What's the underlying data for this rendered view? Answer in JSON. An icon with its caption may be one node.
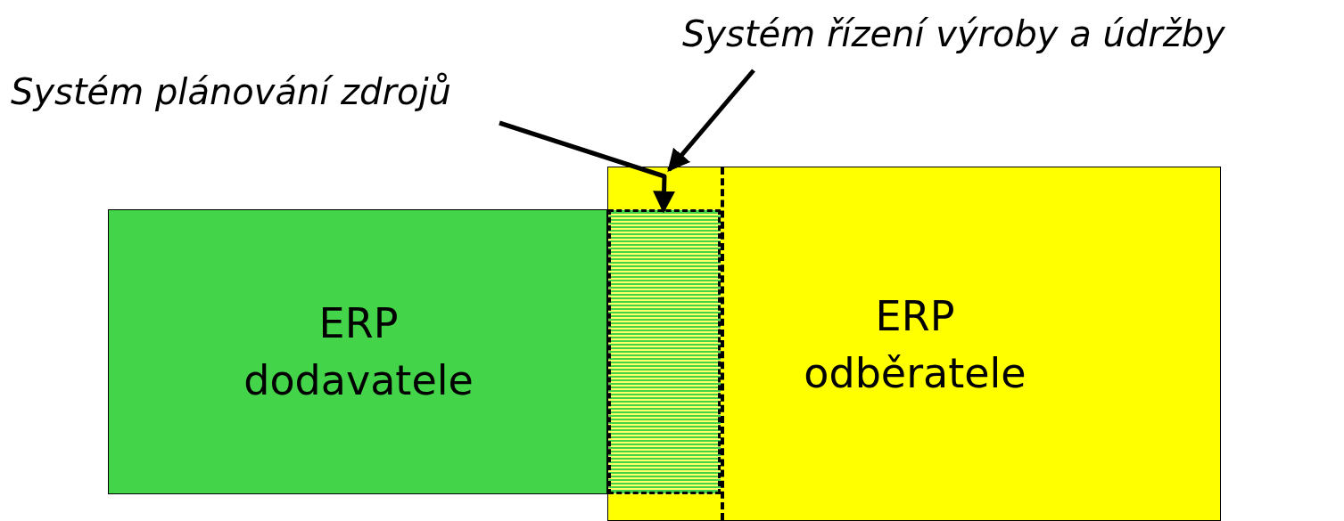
{
  "diagram": {
    "nodes": [
      {
        "text": [
          "Systém řízení výroby a údržby"
        ]
      },
      {
        "text": [
          "Systém plánování zdrojů"
        ]
      },
      {
        "text": [
          "ERP dodavatele"
        ]
      },
      {
        "text": [
          "ERP odběratele"
        ]
      },
      {
        "text": [],
        "shape": "box",
        "in": 3
      },
      {
        "text": [],
        "shape": "box",
        "in": 4
      }
    ],
    "edges": [
      {
        "from": 0,
        "to": 4,
        "arrow": "to"
      },
      {
        "from": 1,
        "to": 5,
        "arrow": "to"
      }
    ]
  }
}
